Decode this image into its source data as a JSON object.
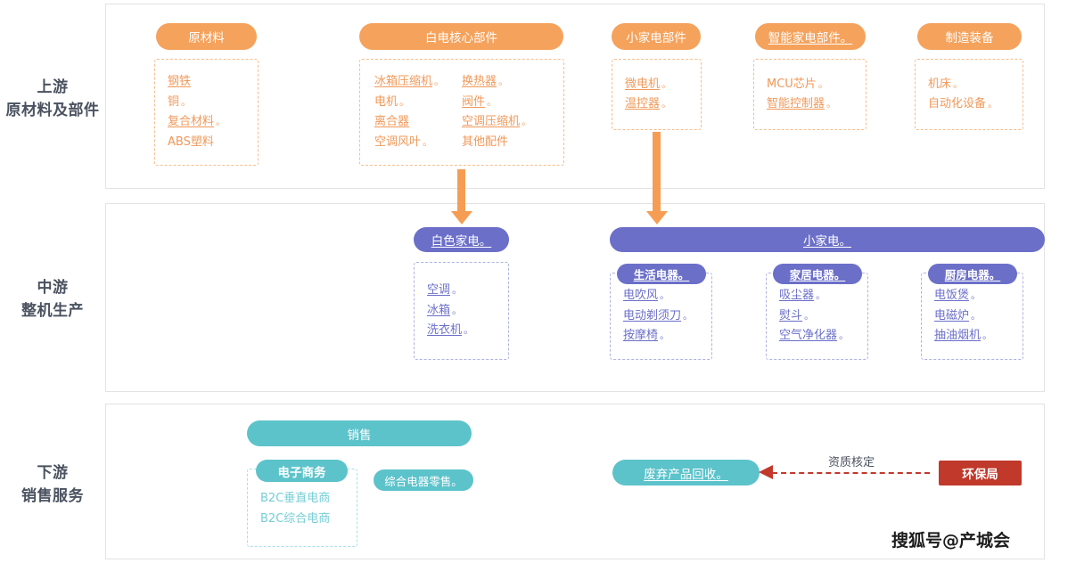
{
  "rows": {
    "upstream": {
      "label_line1": "上游",
      "label_line2": "原材料及部件"
    },
    "midstream": {
      "label_line1": "中游",
      "label_line2": "整机生产"
    },
    "downstream": {
      "label_line1": "下游",
      "label_line2": "销售服务"
    }
  },
  "upstream": {
    "groups": [
      {
        "title": "原材料",
        "title_underline": false,
        "title_circle": "",
        "items": [
          {
            "text": "钢铁",
            "circle": "",
            "underline": false
          },
          {
            "text": "铜",
            "circle": "。",
            "underline": false
          },
          {
            "text": "复合材料",
            "circle": "。",
            "underline": true
          },
          {
            "text": "ABS塑料",
            "circle": "",
            "underline": false
          }
        ]
      },
      {
        "title": "白电核心部件",
        "title_underline": false,
        "title_circle": "",
        "items": [
          {
            "text": "冰箱压缩机",
            "circle": "。",
            "underline": true
          },
          {
            "text": "换热器",
            "circle": "。",
            "underline": true
          },
          {
            "text": "电机",
            "circle": "。",
            "underline": false
          },
          {
            "text": "阀件",
            "circle": "。",
            "underline": true
          },
          {
            "text": "离合器",
            "circle": "",
            "underline": true
          },
          {
            "text": "空调压缩机",
            "circle": "。",
            "underline": true
          },
          {
            "text": "空调风叶",
            "circle": "。",
            "underline": false
          },
          {
            "text": "其他配件",
            "circle": "",
            "underline": false
          }
        ]
      },
      {
        "title": "小家电部件",
        "title_underline": false,
        "title_circle": "",
        "items": [
          {
            "text": "微电机",
            "circle": "。",
            "underline": true
          },
          {
            "text": "温控器",
            "circle": "。",
            "underline": true
          }
        ]
      },
      {
        "title": "智能家电部件",
        "title_underline": true,
        "title_circle": "。",
        "items": [
          {
            "text": "MCU芯片",
            "circle": "。",
            "underline": false
          },
          {
            "text": "智能控制器",
            "circle": "。",
            "underline": true
          }
        ]
      },
      {
        "title": "制造装备",
        "title_underline": false,
        "title_circle": "",
        "items": [
          {
            "text": "机床",
            "circle": "。",
            "underline": false
          },
          {
            "text": "自动化设备",
            "circle": "。",
            "underline": false
          }
        ]
      }
    ]
  },
  "midstream": {
    "white_goods": {
      "title": "白色家电",
      "title_circle": "。",
      "items": [
        {
          "text": "空调",
          "circle": "。",
          "underline": true
        },
        {
          "text": "冰箱",
          "circle": "。",
          "underline": true
        },
        {
          "text": "洗衣机",
          "circle": "。",
          "underline": true
        }
      ]
    },
    "small_appliances": {
      "title": "小家电",
      "title_circle": "。",
      "groups": [
        {
          "title": "生活电器",
          "title_circle": "。",
          "items": [
            {
              "text": "电吹风",
              "circle": "。",
              "underline": true
            },
            {
              "text": "电动剃须刀",
              "circle": "。",
              "underline": true
            },
            {
              "text": "按摩椅",
              "circle": "。",
              "underline": true
            }
          ]
        },
        {
          "title": "家居电器",
          "title_circle": "。",
          "items": [
            {
              "text": "吸尘器",
              "circle": "。",
              "underline": true
            },
            {
              "text": "熨斗",
              "circle": "。",
              "underline": true
            },
            {
              "text": "空气净化器",
              "circle": "。",
              "underline": true
            }
          ]
        },
        {
          "title": "厨房电器",
          "title_circle": "。",
          "items": [
            {
              "text": "电饭煲",
              "circle": "。",
              "underline": true
            },
            {
              "text": "电磁炉",
              "circle": "。",
              "underline": true
            },
            {
              "text": "抽油烟机",
              "circle": "。",
              "underline": true
            }
          ]
        }
      ]
    }
  },
  "downstream": {
    "sales": {
      "title": "销售",
      "ecommerce": {
        "title": "电子商务",
        "items": [
          {
            "text": "B2C垂直电商",
            "circle": "",
            "underline": false
          },
          {
            "text": "B2C综合电商",
            "circle": "",
            "underline": false
          }
        ]
      },
      "retail": {
        "title": "综合电器零售",
        "title_circle": "。"
      }
    },
    "recycling": {
      "title": "废弃产品回收",
      "title_circle": "。"
    },
    "regulator": {
      "title": "环保局"
    },
    "connector_label": "资质核定"
  },
  "watermark": "搜狐号@产城会",
  "colors": {
    "orange": "#f5a25c",
    "purple": "#6b6fc8",
    "teal": "#5cc3cb",
    "red": "#c0392b",
    "label_gray": "#4a5260"
  }
}
